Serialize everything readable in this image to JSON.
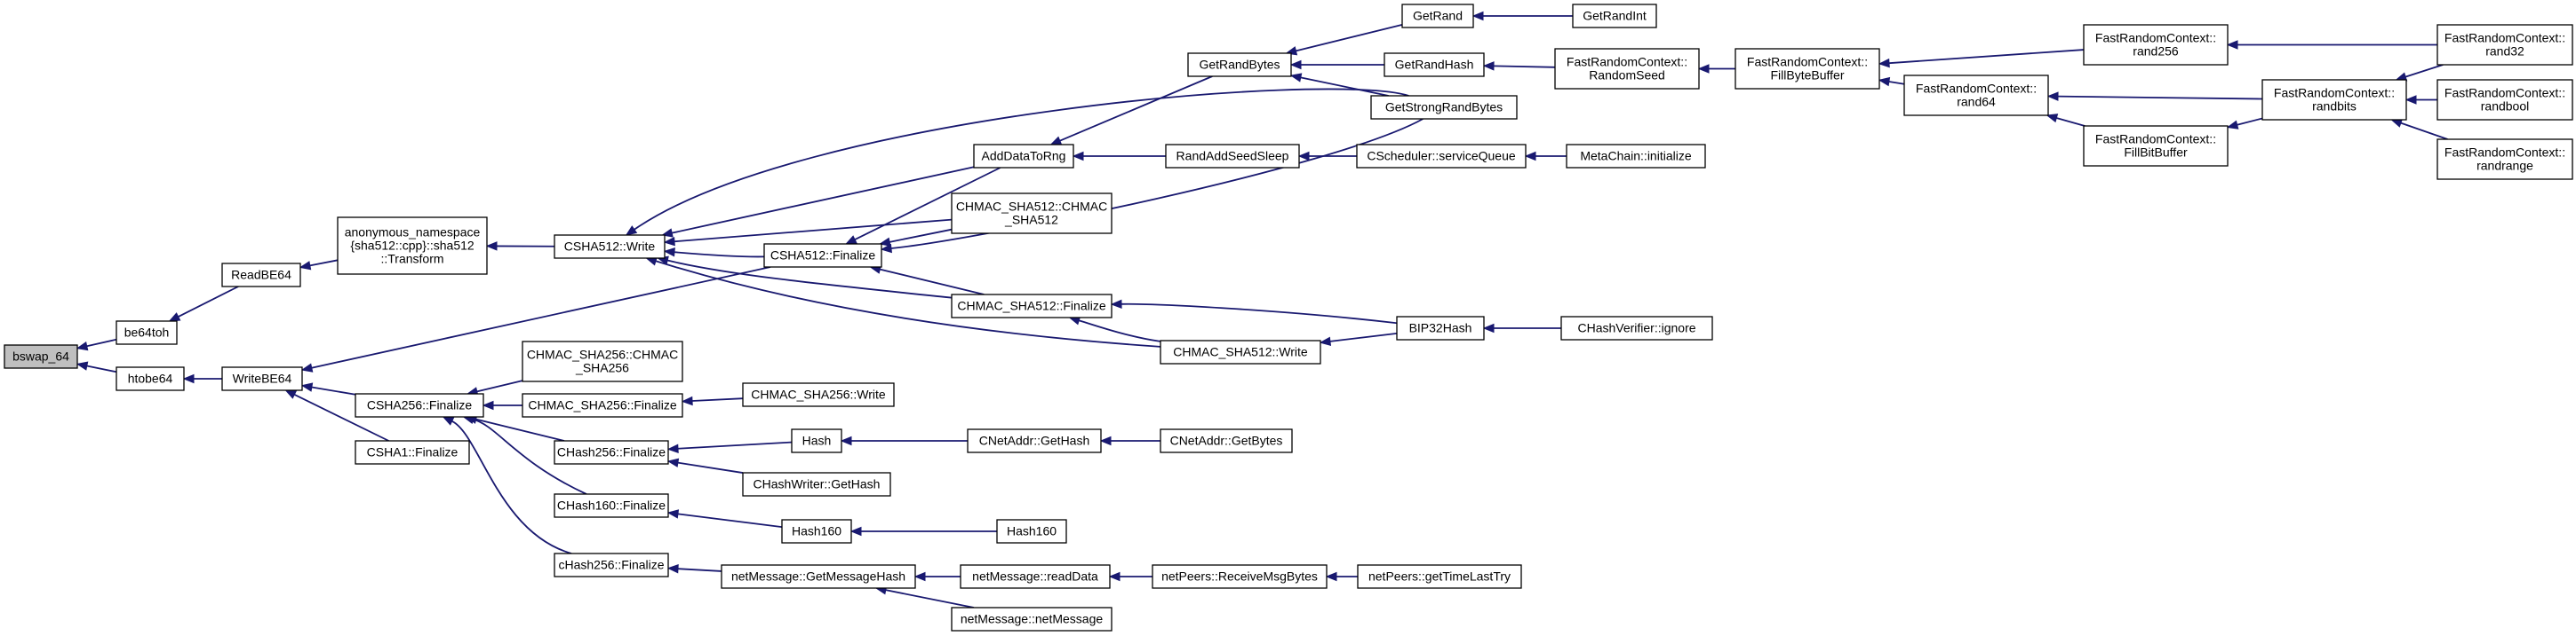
{
  "graph": {
    "root": "bswap_64",
    "nodes": [
      {
        "id": "bswap_64",
        "lines": [
          "bswap_64"
        ],
        "root": true
      },
      {
        "id": "be64toh",
        "lines": [
          "be64toh"
        ]
      },
      {
        "id": "htobe64",
        "lines": [
          "htobe64"
        ]
      },
      {
        "id": "ReadBE64",
        "lines": [
          "ReadBE64"
        ]
      },
      {
        "id": "WriteBE64",
        "lines": [
          "WriteBE64"
        ]
      },
      {
        "id": "sha512_Transform",
        "lines": [
          "anonymous_namespace",
          "{sha512::cpp}::sha512",
          "::Transform"
        ]
      },
      {
        "id": "CSHA512_Write",
        "lines": [
          "CSHA512::Write"
        ]
      },
      {
        "id": "CSHA512_Finalize",
        "lines": [
          "CSHA512::Finalize"
        ]
      },
      {
        "id": "CSHA256_Finalize",
        "lines": [
          "CSHA256::Finalize"
        ]
      },
      {
        "id": "CSHA1_Finalize",
        "lines": [
          "CSHA1::Finalize"
        ]
      },
      {
        "id": "AddDataToRng",
        "lines": [
          "AddDataToRng"
        ]
      },
      {
        "id": "CHMAC_SHA512_CHMAC",
        "lines": [
          "CHMAC_SHA512::CHMAC",
          "_SHA512"
        ]
      },
      {
        "id": "CHMAC_SHA512_Finalize",
        "lines": [
          "CHMAC_SHA512::Finalize"
        ]
      },
      {
        "id": "CHMAC_SHA512_Write",
        "lines": [
          "CHMAC_SHA512::Write"
        ]
      },
      {
        "id": "CHMAC_SHA256_CHMAC",
        "lines": [
          "CHMAC_SHA256::CHMAC",
          "_SHA256"
        ]
      },
      {
        "id": "CHMAC_SHA256_Finalize",
        "lines": [
          "CHMAC_SHA256::Finalize"
        ]
      },
      {
        "id": "CHMAC_SHA256_Write",
        "lines": [
          "CHMAC_SHA256::Write"
        ]
      },
      {
        "id": "CHash256_Finalize",
        "lines": [
          "CHash256::Finalize"
        ]
      },
      {
        "id": "CHash160_Finalize",
        "lines": [
          "CHash160::Finalize"
        ]
      },
      {
        "id": "cHash256_Finalize",
        "lines": [
          "cHash256::Finalize"
        ]
      },
      {
        "id": "Hash",
        "lines": [
          "Hash"
        ]
      },
      {
        "id": "CHashWriter_GetHash",
        "lines": [
          "CHashWriter::GetHash"
        ]
      },
      {
        "id": "Hash160",
        "lines": [
          "Hash160"
        ]
      },
      {
        "id": "Hash160b",
        "lines": [
          "Hash160"
        ]
      },
      {
        "id": "CNetAddr_GetHash",
        "lines": [
          "CNetAddr::GetHash"
        ]
      },
      {
        "id": "CNetAddr_GetBytes",
        "lines": [
          "CNetAddr::GetBytes"
        ]
      },
      {
        "id": "netMessage_GetMessageHash",
        "lines": [
          "netMessage::GetMessageHash"
        ]
      },
      {
        "id": "netMessage_readData",
        "lines": [
          "netMessage::readData"
        ]
      },
      {
        "id": "netMessage_netMessage",
        "lines": [
          "netMessage::netMessage"
        ]
      },
      {
        "id": "netPeers_ReceiveMsgBytes",
        "lines": [
          "netPeers::ReceiveMsgBytes"
        ]
      },
      {
        "id": "netPeers_getTimeLastTry",
        "lines": [
          "netPeers::getTimeLastTry"
        ]
      },
      {
        "id": "GetRandBytes",
        "lines": [
          "GetRandBytes"
        ]
      },
      {
        "id": "RandAddSeedSleep",
        "lines": [
          "RandAddSeedSleep"
        ]
      },
      {
        "id": "GetRand",
        "lines": [
          "GetRand"
        ]
      },
      {
        "id": "GetRandInt",
        "lines": [
          "GetRandInt"
        ]
      },
      {
        "id": "GetRandHash",
        "lines": [
          "GetRandHash"
        ]
      },
      {
        "id": "GetStrongRandBytes",
        "lines": [
          "GetStrongRandBytes"
        ]
      },
      {
        "id": "CScheduler_serviceQueue",
        "lines": [
          "CScheduler::serviceQueue"
        ]
      },
      {
        "id": "MetaChain_initialize",
        "lines": [
          "MetaChain::initialize"
        ]
      },
      {
        "id": "FRC_RandomSeed",
        "lines": [
          "FastRandomContext::",
          "RandomSeed"
        ]
      },
      {
        "id": "FRC_FillByteBuffer",
        "lines": [
          "FastRandomContext::",
          "FillByteBuffer"
        ]
      },
      {
        "id": "FRC_rand64",
        "lines": [
          "FastRandomContext::",
          "rand64"
        ]
      },
      {
        "id": "FRC_rand256",
        "lines": [
          "FastRandomContext::",
          "rand256"
        ]
      },
      {
        "id": "FRC_FillBitBuffer",
        "lines": [
          "FastRandomContext::",
          "FillBitBuffer"
        ]
      },
      {
        "id": "FRC_randbits",
        "lines": [
          "FastRandomContext::",
          "randbits"
        ]
      },
      {
        "id": "FRC_rand32",
        "lines": [
          "FastRandomContext::",
          "rand32"
        ]
      },
      {
        "id": "FRC_randbool",
        "lines": [
          "FastRandomContext::",
          "randbool"
        ]
      },
      {
        "id": "FRC_randrange",
        "lines": [
          "FastRandomContext::",
          "randrange"
        ]
      },
      {
        "id": "BIP32Hash",
        "lines": [
          "BIP32Hash"
        ]
      },
      {
        "id": "CHashVerifier_ignore",
        "lines": [
          "CHashVerifier::ignore"
        ]
      }
    ],
    "edges": [
      [
        "be64toh",
        "bswap_64"
      ],
      [
        "htobe64",
        "bswap_64"
      ],
      [
        "ReadBE64",
        "be64toh"
      ],
      [
        "WriteBE64",
        "htobe64"
      ],
      [
        "sha512_Transform",
        "ReadBE64"
      ],
      [
        "CSHA512_Write",
        "sha512_Transform"
      ],
      [
        "CSHA512_Finalize",
        "WriteBE64"
      ],
      [
        "CSHA256_Finalize",
        "WriteBE64"
      ],
      [
        "CSHA1_Finalize",
        "WriteBE64"
      ],
      [
        "AddDataToRng",
        "CSHA512_Write"
      ],
      [
        "CHMAC_SHA512_CHMAC",
        "CSHA512_Write"
      ],
      [
        "CHMAC_SHA512_Finalize",
        "CSHA512_Write"
      ],
      [
        "CHMAC_SHA512_Write",
        "CSHA512_Write"
      ],
      [
        "GetStrongRandBytes",
        "CSHA512_Write"
      ],
      [
        "CSHA512_Finalize",
        "CSHA512_Write"
      ],
      [
        "AddDataToRng",
        "CSHA512_Finalize"
      ],
      [
        "CHMAC_SHA512_CHMAC",
        "CSHA512_Finalize"
      ],
      [
        "CHMAC_SHA512_Finalize",
        "CSHA512_Finalize"
      ],
      [
        "GetStrongRandBytes",
        "CSHA512_Finalize"
      ],
      [
        "GetRandBytes",
        "AddDataToRng"
      ],
      [
        "RandAddSeedSleep",
        "AddDataToRng"
      ],
      [
        "GetRand",
        "GetRandBytes"
      ],
      [
        "GetRandHash",
        "GetRandBytes"
      ],
      [
        "GetStrongRandBytes",
        "GetRandBytes"
      ],
      [
        "GetRandInt",
        "GetRand"
      ],
      [
        "FRC_RandomSeed",
        "GetRandHash"
      ],
      [
        "FRC_FillByteBuffer",
        "FRC_RandomSeed"
      ],
      [
        "FRC_rand64",
        "FRC_FillByteBuffer"
      ],
      [
        "FRC_rand256",
        "FRC_FillByteBuffer"
      ],
      [
        "FRC_randbits",
        "FRC_rand64"
      ],
      [
        "FRC_FillBitBuffer",
        "FRC_rand64"
      ],
      [
        "FRC_rand32",
        "FRC_rand256"
      ],
      [
        "FRC_randbits",
        "FRC_FillBitBuffer"
      ],
      [
        "FRC_rand32",
        "FRC_randbits"
      ],
      [
        "FRC_randbool",
        "FRC_randbits"
      ],
      [
        "FRC_randrange",
        "FRC_randbits"
      ],
      [
        "CScheduler_serviceQueue",
        "RandAddSeedSleep"
      ],
      [
        "MetaChain_initialize",
        "CScheduler_serviceQueue"
      ],
      [
        "BIP32Hash",
        "CHMAC_SHA512_Finalize"
      ],
      [
        "BIP32Hash",
        "CHMAC_SHA512_Write"
      ],
      [
        "CHMAC_SHA512_Write",
        "CHMAC_SHA512_Finalize"
      ],
      [
        "CHashVerifier_ignore",
        "BIP32Hash"
      ],
      [
        "CHMAC_SHA256_CHMAC",
        "CSHA256_Finalize"
      ],
      [
        "CHMAC_SHA256_Finalize",
        "CSHA256_Finalize"
      ],
      [
        "CHash256_Finalize",
        "CSHA256_Finalize"
      ],
      [
        "CHash160_Finalize",
        "CSHA256_Finalize"
      ],
      [
        "cHash256_Finalize",
        "CSHA256_Finalize"
      ],
      [
        "CHMAC_SHA256_Write",
        "CHMAC_SHA256_Finalize"
      ],
      [
        "Hash",
        "CHash256_Finalize"
      ],
      [
        "CHashWriter_GetHash",
        "CHash256_Finalize"
      ],
      [
        "CNetAddr_GetHash",
        "Hash"
      ],
      [
        "CNetAddr_GetBytes",
        "CNetAddr_GetHash"
      ],
      [
        "Hash160",
        "CHash160_Finalize"
      ],
      [
        "Hash160b",
        "Hash160"
      ],
      [
        "netMessage_GetMessageHash",
        "cHash256_Finalize"
      ],
      [
        "netMessage_readData",
        "netMessage_GetMessageHash"
      ],
      [
        "netMessage_netMessage",
        "netMessage_GetMessageHash"
      ],
      [
        "netPeers_ReceiveMsgBytes",
        "netMessage_readData"
      ],
      [
        "netPeers_getTimeLastTry",
        "netPeers_ReceiveMsgBytes"
      ]
    ]
  }
}
